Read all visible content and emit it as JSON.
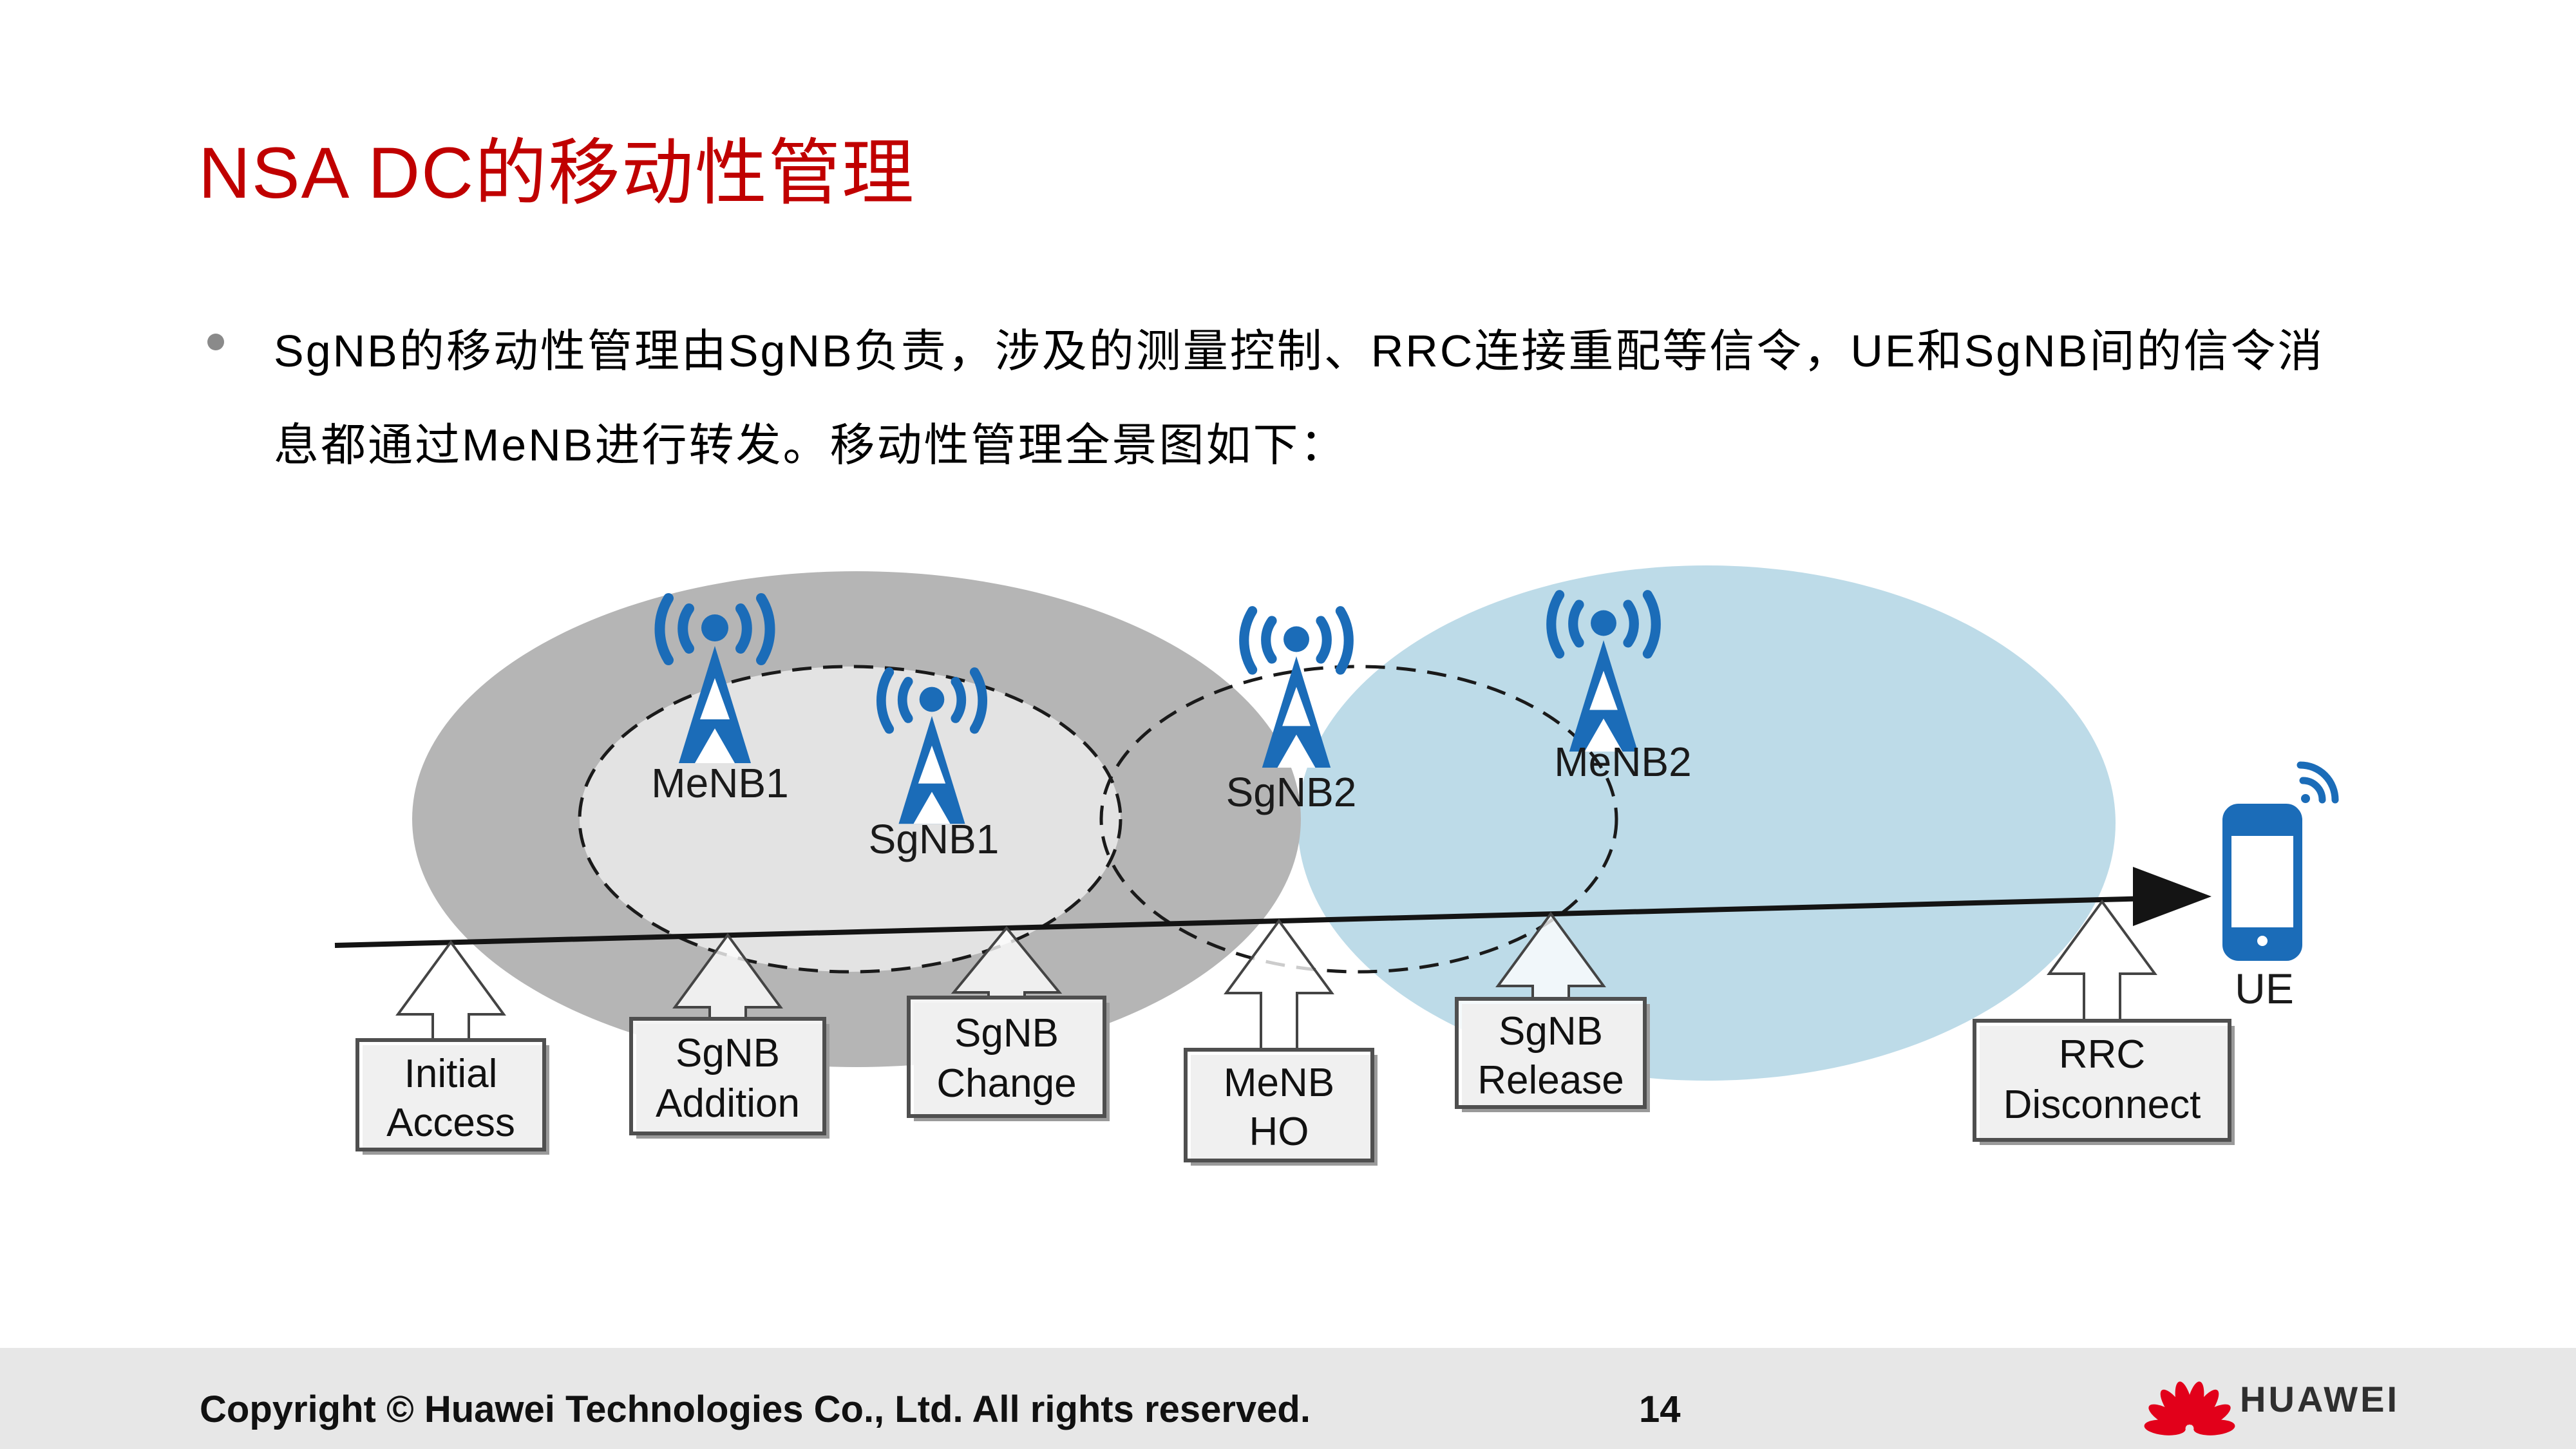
{
  "slide": {
    "title": "NSA DC的移动性管理",
    "bullet": {
      "lines": [
        "SgNB的移动性管理由SgNB负责，涉及的测量控制、RRC连接重配等信令，UE和SgNB间的信令消",
        "息都通过MeNB进行转发。移动性管理全景图如下："
      ]
    }
  },
  "diagram": {
    "nodes": {
      "menb1": "MeNB1",
      "sgnb1": "SgNB1",
      "sgnb2": "SgNB2",
      "menb2": "MeNB2",
      "ue": "UE"
    },
    "callouts": [
      {
        "id": "initial-access",
        "line1": "Initial",
        "line2": "Access"
      },
      {
        "id": "sgnb-addition",
        "line1": "SgNB",
        "line2": "Addition"
      },
      {
        "id": "sgnb-change",
        "line1": "SgNB",
        "line2": "Change"
      },
      {
        "id": "menb-ho",
        "line1": "MeNB",
        "line2": "HO"
      },
      {
        "id": "sgnb-release",
        "line1": "SgNB",
        "line2": "Release"
      },
      {
        "id": "rrc-disconnect",
        "line1": "RRC",
        "line2": "Disconnect"
      }
    ]
  },
  "footer": {
    "copyright": "Copyright © Huawei Technologies Co., Ltd. All rights reserved.",
    "page_number": "14",
    "logo_text": "HUAWEI"
  },
  "colors": {
    "title_red": "#c00000",
    "tower_blue": "#1b6cb8",
    "coverage_gray": "#b5b5b5",
    "cell_gray": "#e3e3e3",
    "coverage_blue": "#bddbe8",
    "huawei_red": "#e2001a"
  }
}
